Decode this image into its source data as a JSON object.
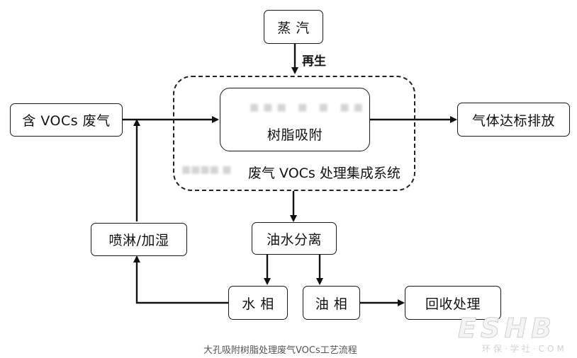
{
  "nodes": {
    "steam": "蒸 汽",
    "inlet": "含 VOCs 废气",
    "resin": "树脂吸附",
    "discharge": "气体达标排放",
    "spray": "喷淋/加湿",
    "separation": "油水分离",
    "water_phase": "水 相",
    "oil_phase": "油 相",
    "recovery": "回收处理"
  },
  "labels": {
    "regeneration": "再生",
    "system": "废气 VOCs 处理集成系统"
  },
  "caption": "大孔吸附树脂处理废气VOCs工艺流程",
  "watermark": {
    "logo": "ESHB",
    "site": "环保·学社·COM"
  }
}
